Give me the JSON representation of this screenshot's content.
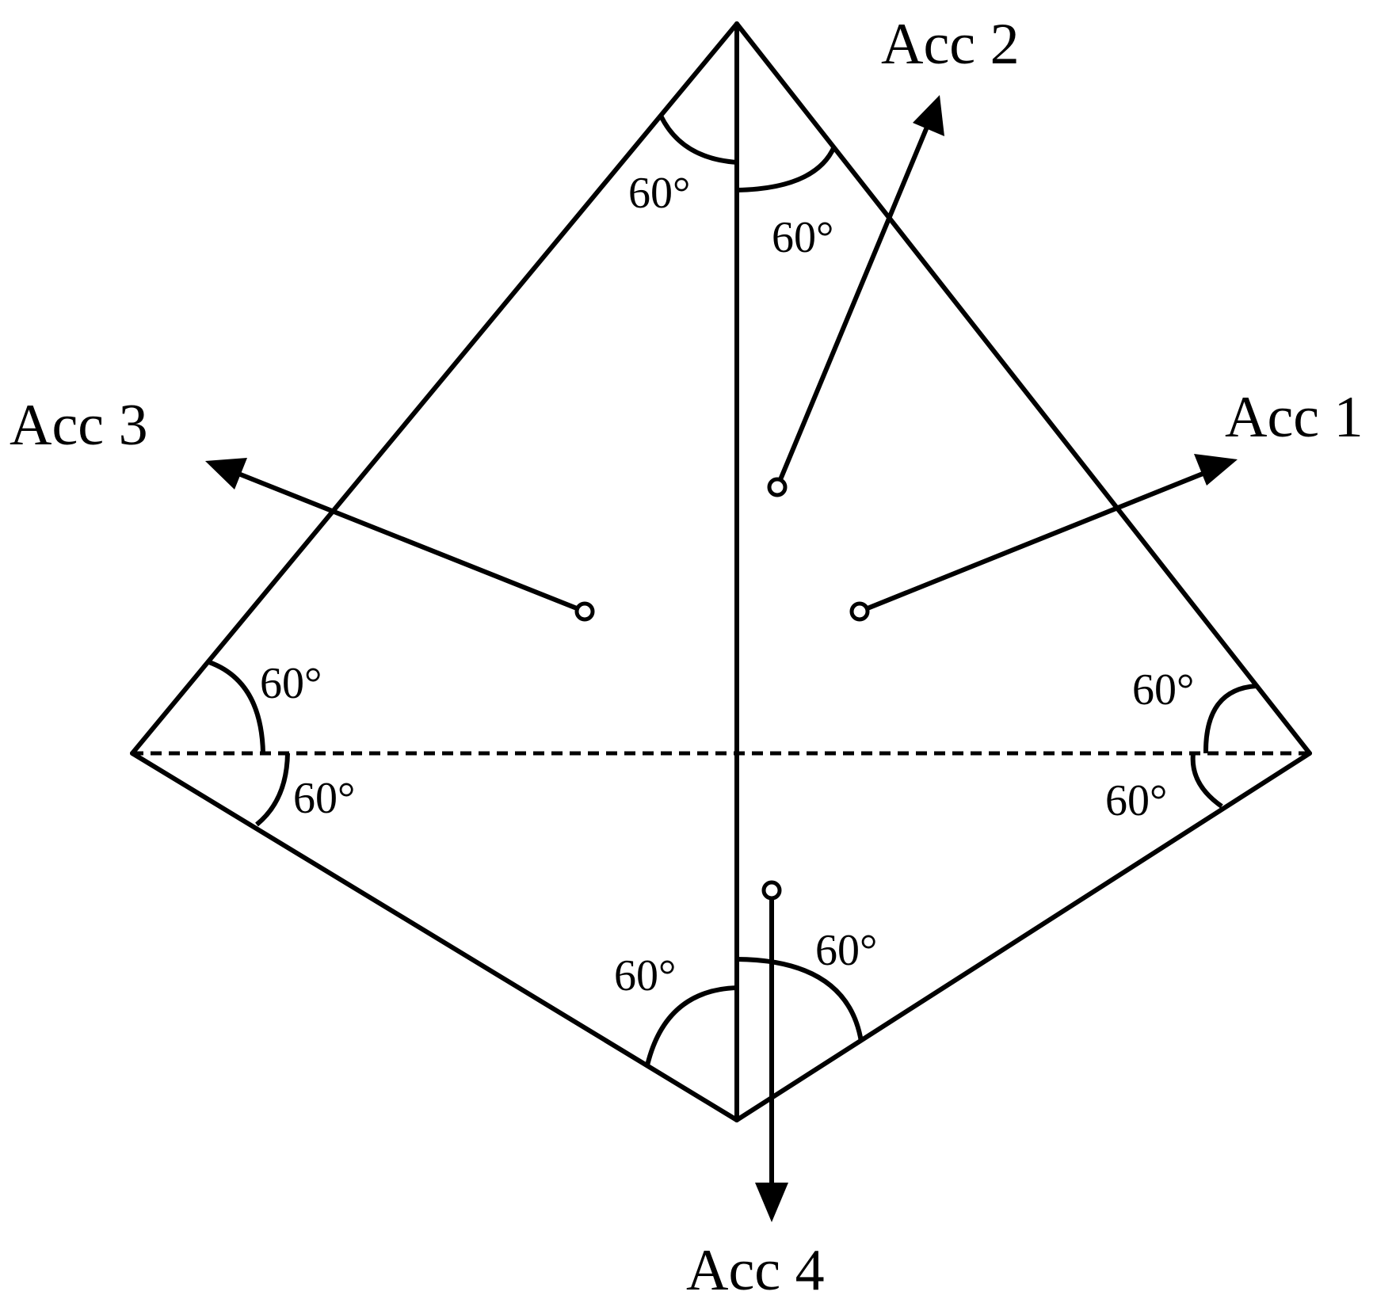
{
  "diagram": {
    "accelerometers": [
      {
        "id": "acc1",
        "label": "Acc 1"
      },
      {
        "id": "acc2",
        "label": "Acc 2"
      },
      {
        "id": "acc3",
        "label": "Acc 3"
      },
      {
        "id": "acc4",
        "label": "Acc 4"
      }
    ],
    "angles": [
      {
        "id": "apex-left",
        "label": "60°"
      },
      {
        "id": "apex-right",
        "label": "60°"
      },
      {
        "id": "left-upper",
        "label": "60°"
      },
      {
        "id": "left-lower",
        "label": "60°"
      },
      {
        "id": "right-upper",
        "label": "60°"
      },
      {
        "id": "right-lower",
        "label": "60°"
      },
      {
        "id": "bottom-left",
        "label": "60°"
      },
      {
        "id": "bottom-right",
        "label": "60°"
      }
    ],
    "colors": {
      "stroke": "#000000",
      "background": "#ffffff"
    }
  }
}
